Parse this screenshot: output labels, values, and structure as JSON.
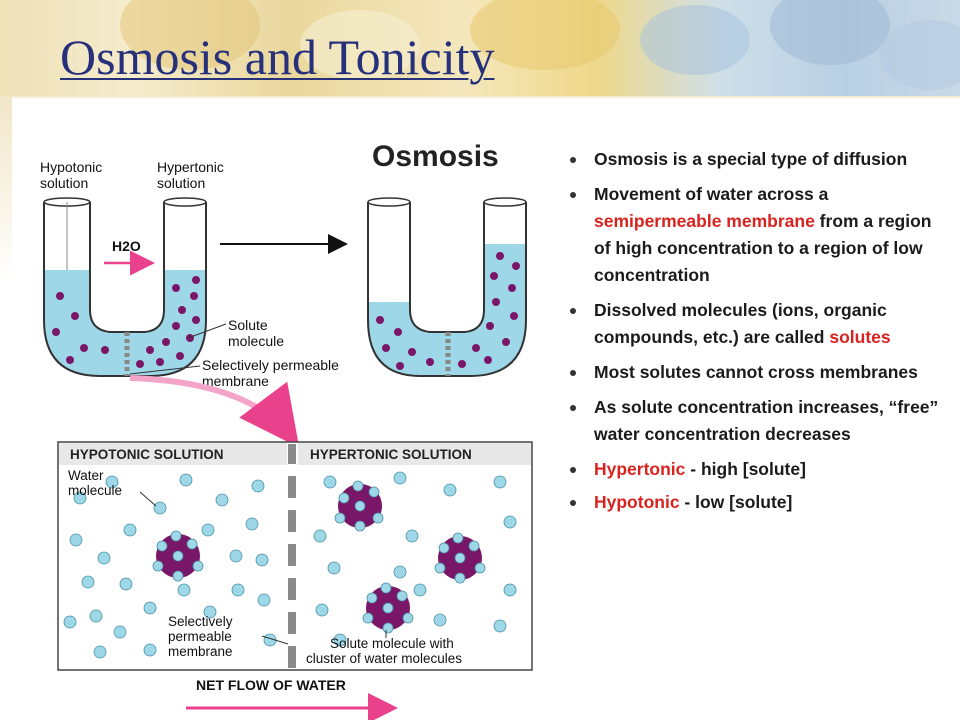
{
  "slide": {
    "title": "Osmosis and Tonicity"
  },
  "diagram": {
    "heading": "Osmosis",
    "tube_labels": {
      "hypotonic": [
        "Hypotonic",
        "solution"
      ],
      "hypertonic": [
        "Hypertonic",
        "solution"
      ]
    },
    "water_label": "H2O",
    "solute_label": [
      "Solute",
      "molecule"
    ],
    "membrane_label": [
      "Selectively permeable",
      "membrane"
    ],
    "panel": {
      "left_header": "HYPOTONIC SOLUTION",
      "right_header": "HYPERTONIC SOLUTION",
      "water_label": [
        "Water",
        "molecule"
      ],
      "membrane_label": [
        "Selectively",
        "permeable",
        "membrane"
      ],
      "cluster_label": [
        "Solute molecule with",
        "cluster of water molecules"
      ]
    },
    "flow_label": "NET FLOW OF WATER",
    "colors": {
      "water": "#9ed8e8",
      "solute": "#7a1667",
      "arrow_pink": "#e9418c",
      "membrane_gray": "#8a8a8a"
    }
  },
  "bullets": [
    {
      "parts": [
        {
          "text": "Osmosis is a special type of diffusion",
          "red": false
        }
      ]
    },
    {
      "parts": [
        {
          "text": "Movement of water across a ",
          "red": false
        },
        {
          "text": "semipermeable membrane",
          "red": true
        },
        {
          "text": " from a region of high concentration to a region of low concentration",
          "red": false
        }
      ]
    },
    {
      "parts": [
        {
          "text": "Dissolved molecules (ions, organic compounds, etc.) are called ",
          "red": false
        },
        {
          "text": "solutes",
          "red": true
        }
      ]
    },
    {
      "parts": [
        {
          "text": "Most solutes cannot cross membranes",
          "red": false
        }
      ]
    },
    {
      "parts": [
        {
          "text": "As solute concentration increases, “free” water concentration decreases",
          "red": false
        }
      ]
    },
    {
      "parts": [
        {
          "text": "Hypertonic",
          "red": true
        },
        {
          "text": " - high [solute]",
          "red": false
        }
      ]
    },
    {
      "parts": [
        {
          "text": "Hypotonic",
          "red": true
        },
        {
          "text": " - low [solute]",
          "red": false
        }
      ]
    }
  ]
}
